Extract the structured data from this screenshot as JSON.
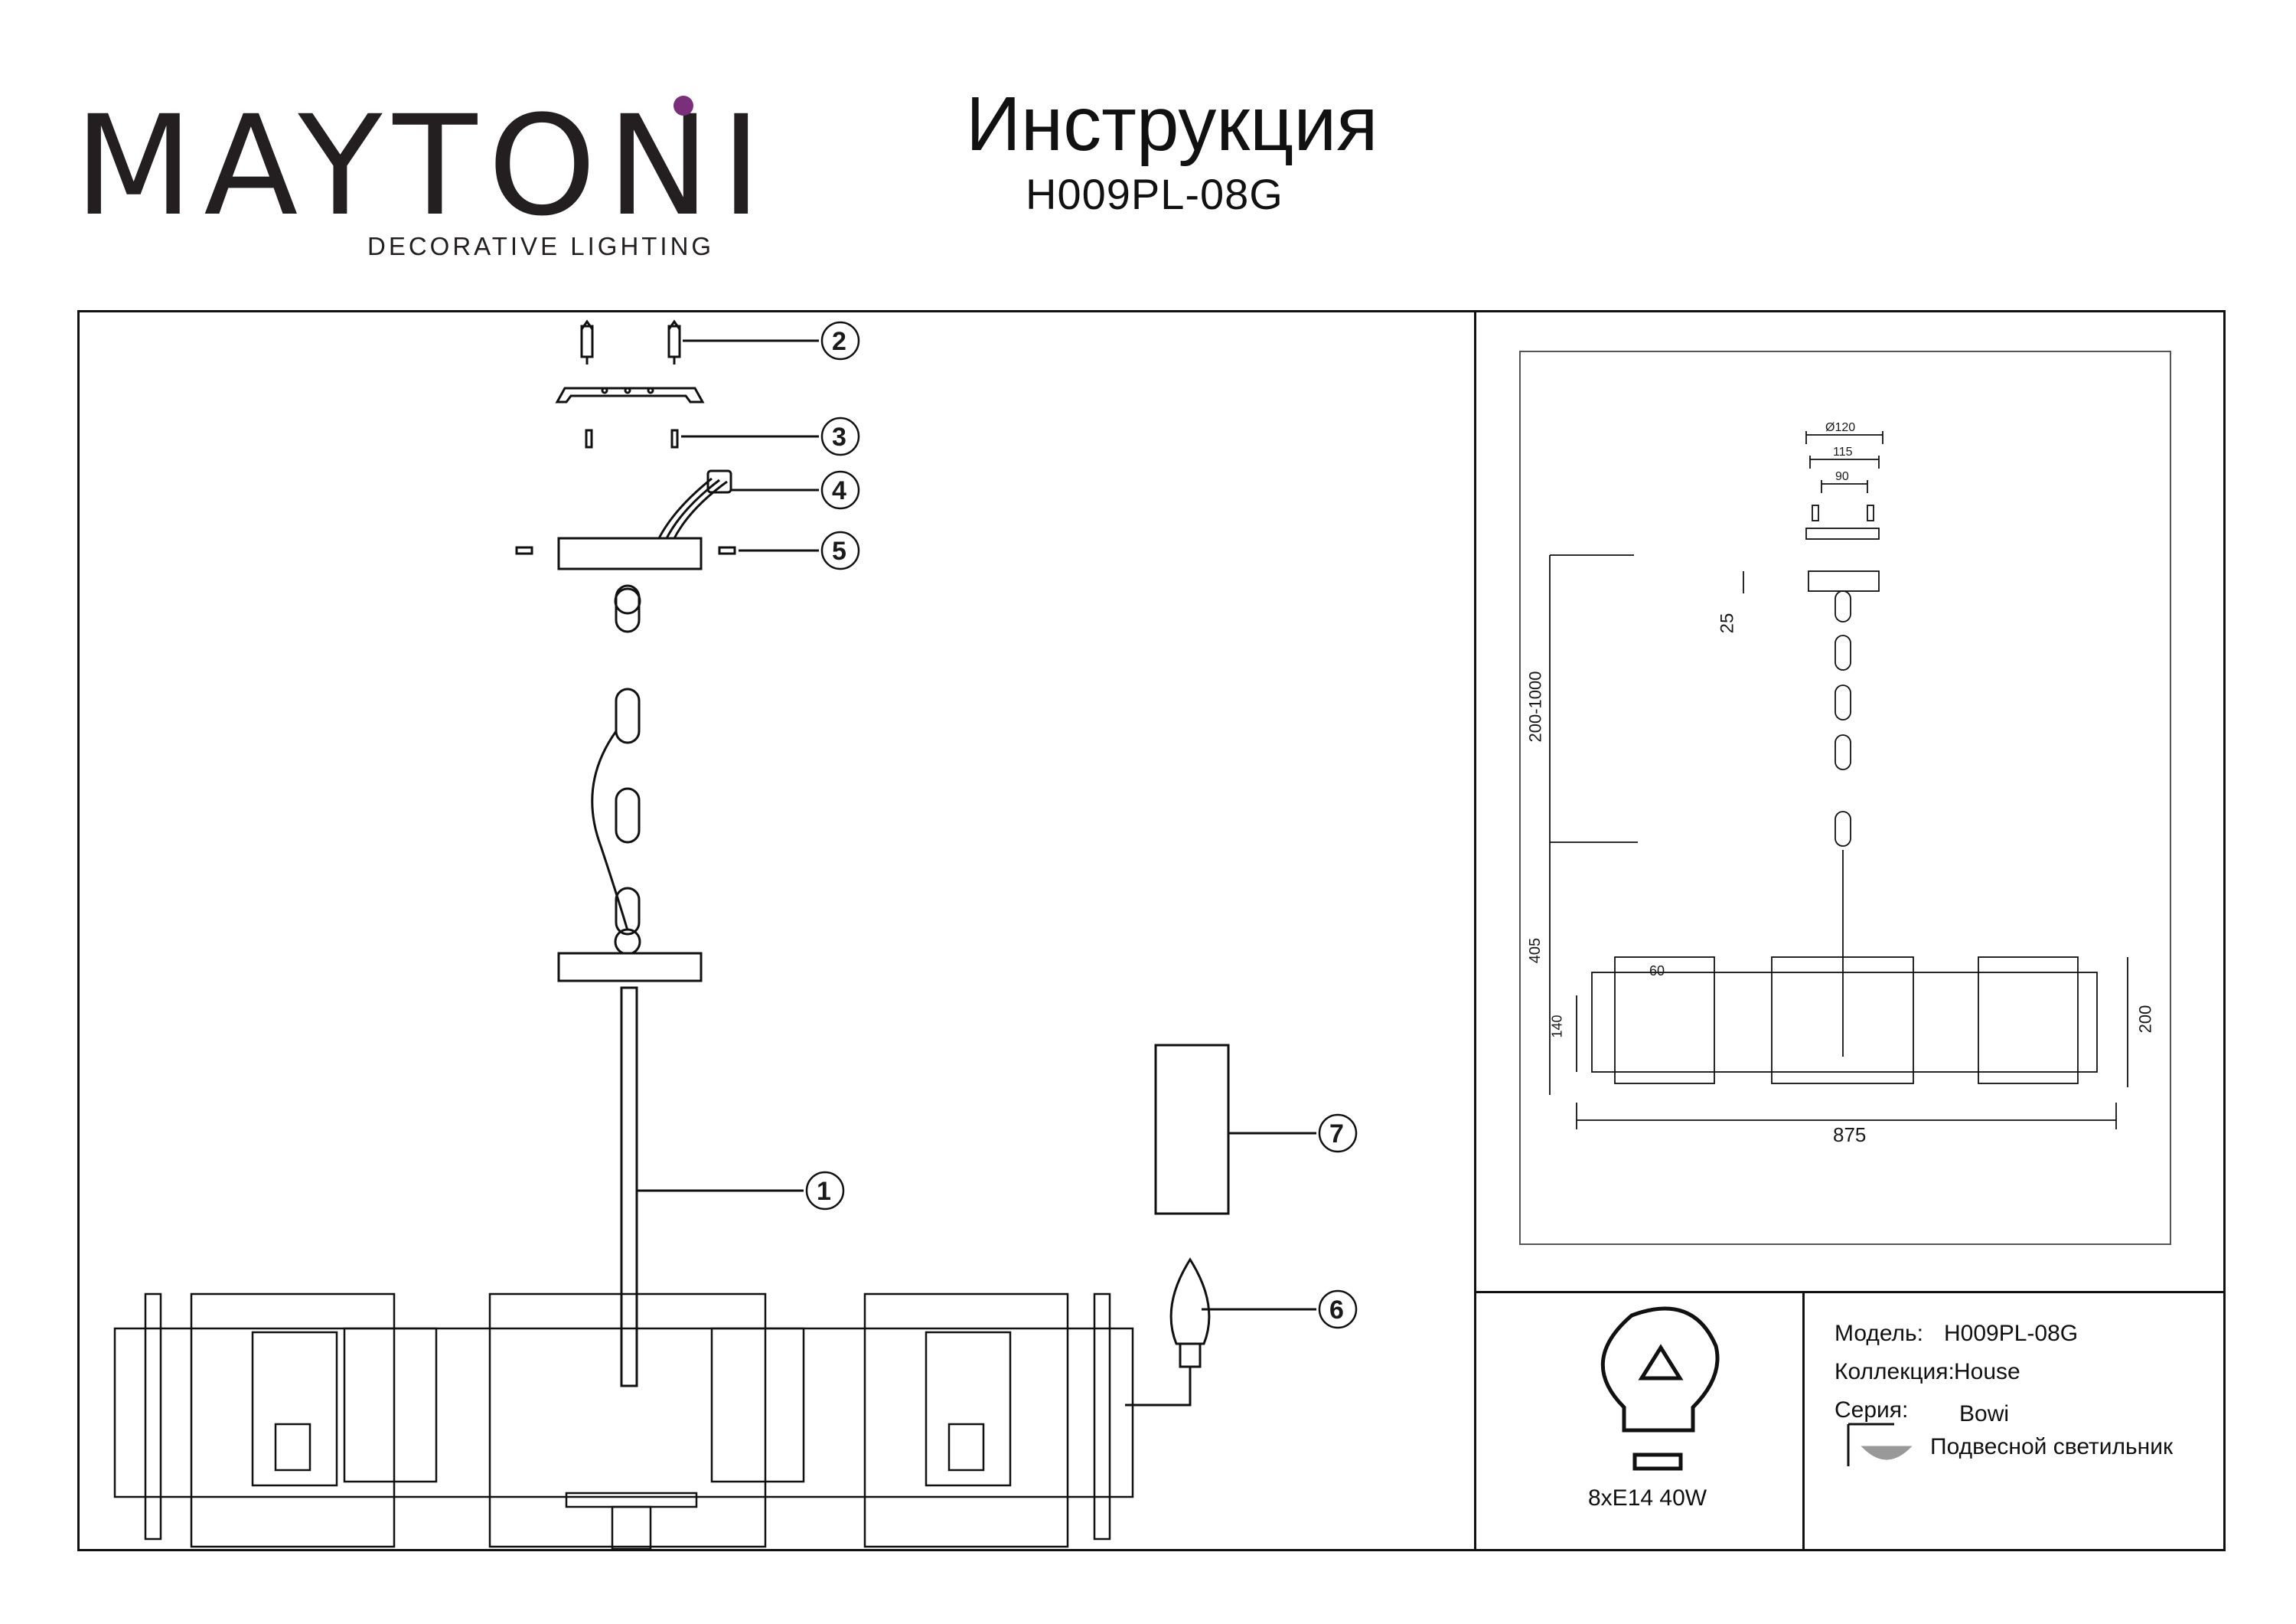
{
  "header": {
    "brand": "MAYTONI",
    "brand_subtitle": "DECORATIVE LIGHTING",
    "title": "Инструкция",
    "model_code": "H009PL-08G"
  },
  "diagram": {
    "callouts": [
      "1",
      "2",
      "3",
      "4",
      "5",
      "6",
      "7"
    ]
  },
  "dimensions": {
    "d120": "Ø120",
    "d115": "115",
    "d90": "90",
    "d25": "25",
    "chain": "200-1000",
    "h405": "405",
    "d60": "60",
    "h140": "140",
    "h200": "200",
    "w875": "875"
  },
  "specs": {
    "bulb": "8xE14 40W",
    "model_label": "Модель:",
    "model_value": "H009PL-08G",
    "collection_label": "Коллекция:",
    "collection_value": "House",
    "series_label": "Серия:",
    "series_value": "Bowi",
    "type_value": "Подвесной светильник"
  },
  "colors": {
    "ink": "#111111",
    "accent_dot": "#7a2f7a"
  }
}
